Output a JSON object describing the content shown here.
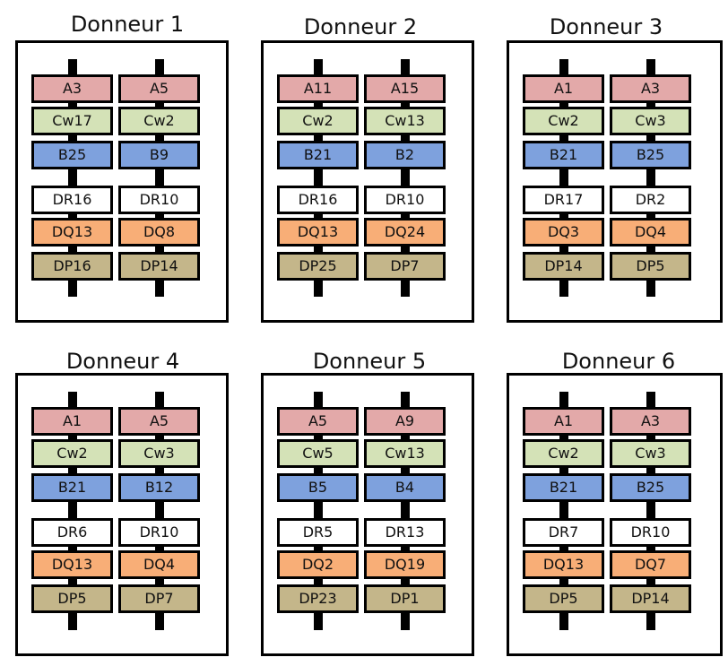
{
  "colors": {
    "A": "#e3a9a9",
    "Cw": "#d4e2b7",
    "B": "#7ea1dd",
    "DR": "#ffffff",
    "DQ": "#f8ae77",
    "DP": "#c4b68a"
  },
  "donors": [
    {
      "title": "Donneur 1",
      "rows": [
        [
          "A3",
          "A5"
        ],
        [
          "Cw17",
          "Cw2"
        ],
        [
          "B25",
          "B9"
        ],
        [
          "DR16",
          "DR10"
        ],
        [
          "DQ13",
          "DQ8"
        ],
        [
          "DP16",
          "DP14"
        ]
      ]
    },
    {
      "title": "Donneur 2",
      "rows": [
        [
          "A11",
          "A15"
        ],
        [
          "Cw2",
          "Cw13"
        ],
        [
          "B21",
          "B2"
        ],
        [
          "DR16",
          "DR10"
        ],
        [
          "DQ13",
          "DQ24"
        ],
        [
          "DP25",
          "DP7"
        ]
      ]
    },
    {
      "title": "Donneur 3",
      "rows": [
        [
          "A1",
          "A3"
        ],
        [
          "Cw2",
          "Cw3"
        ],
        [
          "B21",
          "B25"
        ],
        [
          "DR17",
          "DR2"
        ],
        [
          "DQ3",
          "DQ4"
        ],
        [
          "DP14",
          "DP5"
        ]
      ]
    },
    {
      "title": "Donneur 4",
      "rows": [
        [
          "A1",
          "A5"
        ],
        [
          "Cw2",
          "Cw3"
        ],
        [
          "B21",
          "B12"
        ],
        [
          "DR6",
          "DR10"
        ],
        [
          "DQ13",
          "DQ4"
        ],
        [
          "DP5",
          "DP7"
        ]
      ]
    },
    {
      "title": "Donneur 5",
      "rows": [
        [
          "A5",
          "A9"
        ],
        [
          "Cw5",
          "Cw13"
        ],
        [
          "B5",
          "B4"
        ],
        [
          "DR5",
          "DR13"
        ],
        [
          "DQ2",
          "DQ19"
        ],
        [
          "DP23",
          "DP1"
        ]
      ]
    },
    {
      "title": "Donneur 6",
      "rows": [
        [
          "A1",
          "A3"
        ],
        [
          "Cw2",
          "Cw3"
        ],
        [
          "B21",
          "B25"
        ],
        [
          "DR7",
          "DR10"
        ],
        [
          "DQ13",
          "DQ7"
        ],
        [
          "DP5",
          "DP14"
        ]
      ]
    }
  ]
}
